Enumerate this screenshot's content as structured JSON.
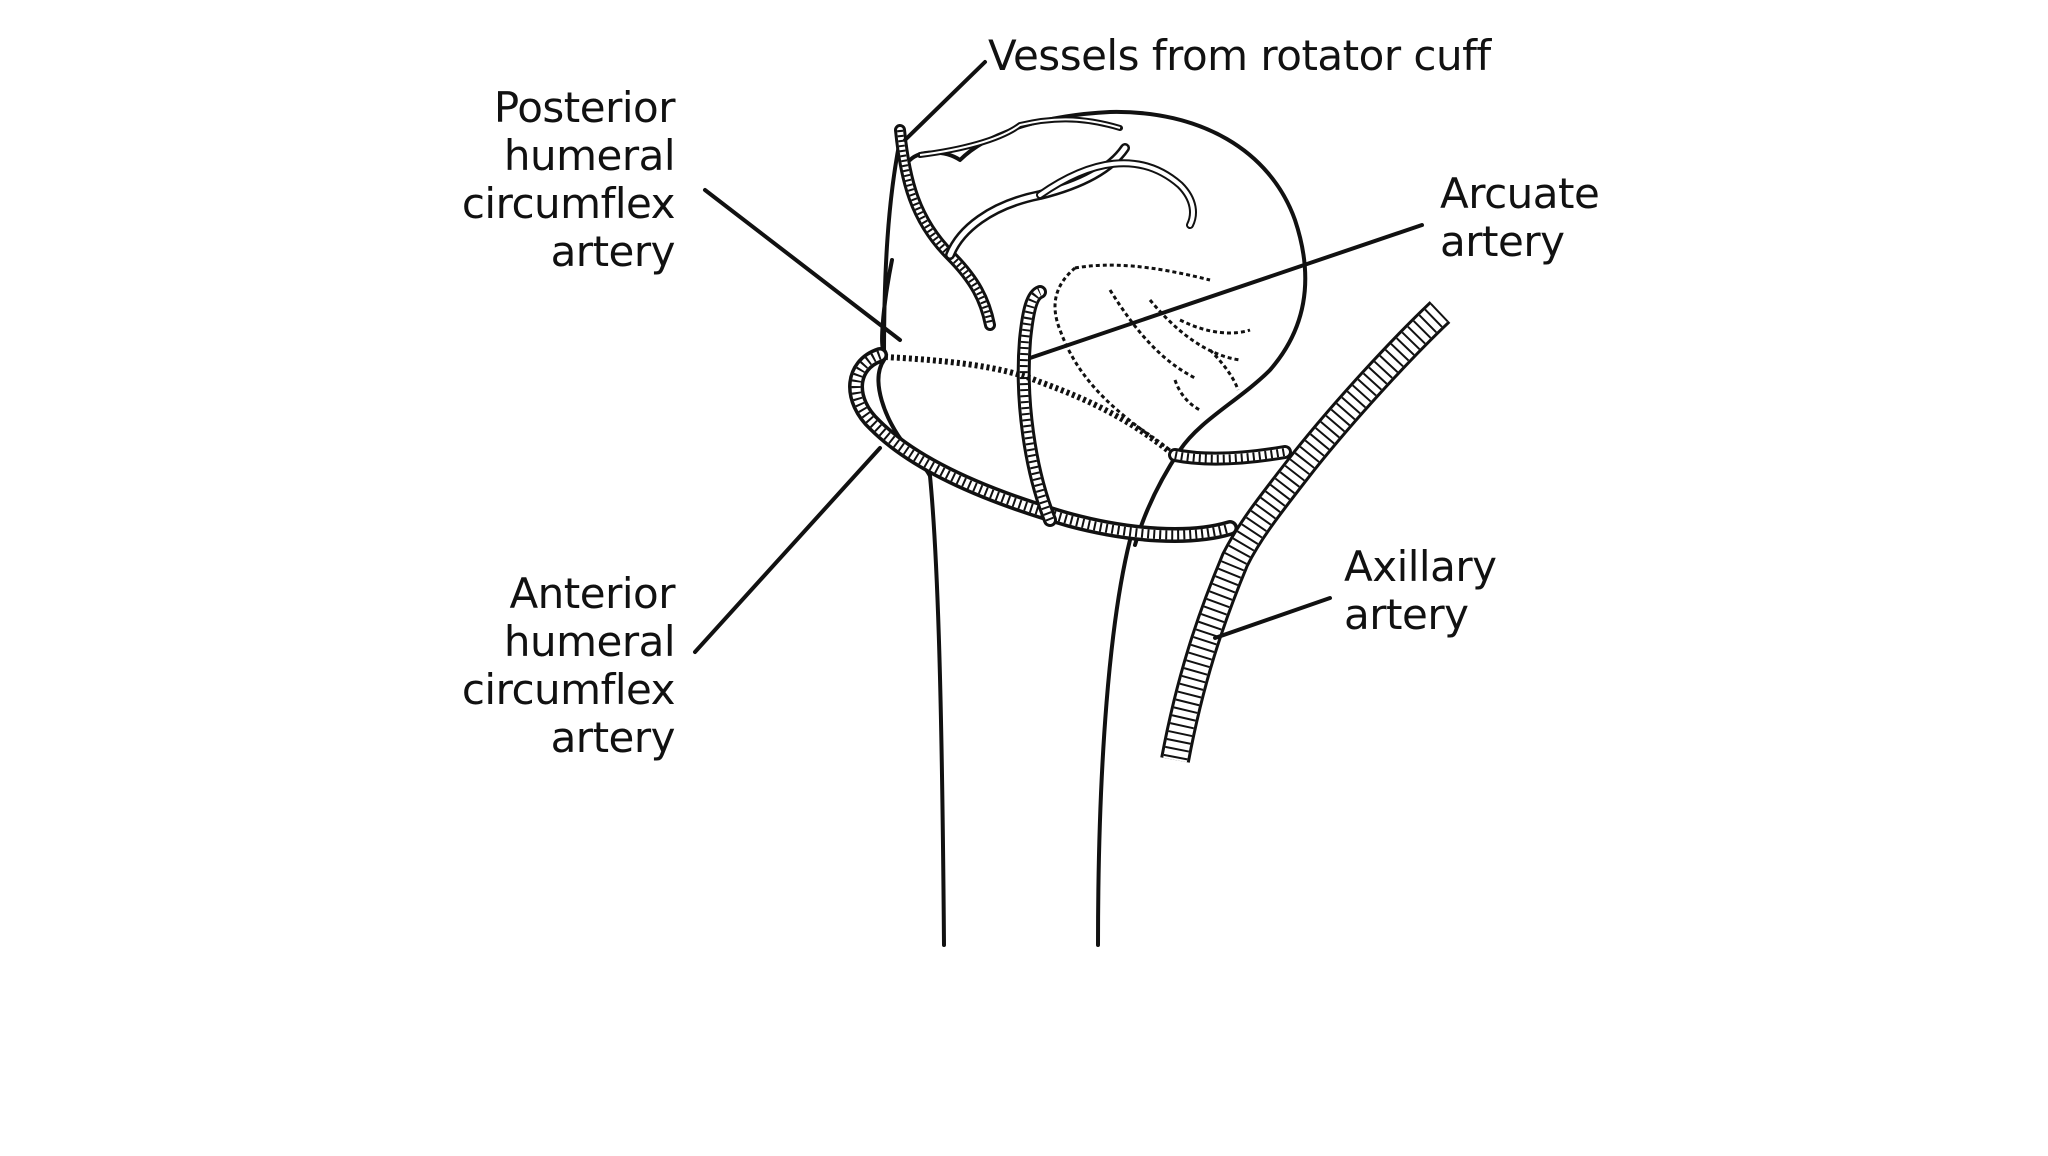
{
  "labels": {
    "vessels": "Vessels from rotator cuff",
    "posterior": {
      "line1": "Posterior",
      "line2": "humeral",
      "line3": "circumflex",
      "line4": "artery"
    },
    "arcuate": {
      "line1": "Arcuate",
      "line2": "artery"
    },
    "anterior": {
      "line1": "Anterior",
      "line2": "humeral",
      "line3": "circumflex",
      "line4": "artery"
    },
    "axillary": {
      "line1": "Axillary",
      "line2": "artery"
    }
  },
  "colors": {
    "ink": "#111111",
    "background": "#ffffff"
  }
}
